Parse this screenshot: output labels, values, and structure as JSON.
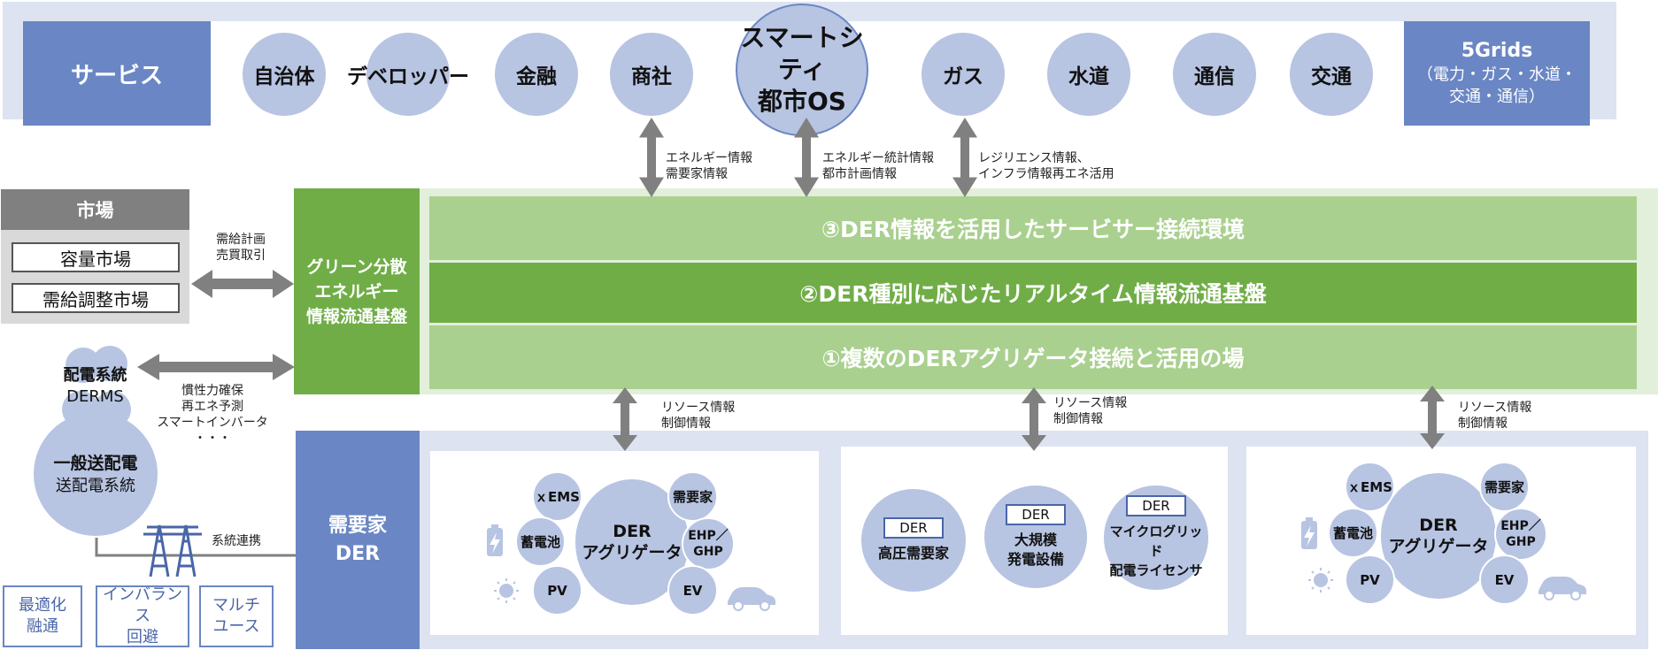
{
  "top": {
    "service_label": "サービス",
    "sectors": [
      "自治体",
      "デベロッパー",
      "金融",
      "商社",
      "ガス",
      "水道",
      "通信",
      "交通"
    ],
    "center_line1": "スマートシティ",
    "center_line2": "都市OS",
    "grids_title": "5Grids",
    "grids_line1": "（電力・ガス・水道・",
    "grids_line2": "交通・通信）"
  },
  "flows_top": {
    "a1": "エネルギー情報",
    "a2": "需要家情報",
    "b1": "エネルギー統計情報",
    "b2": "都市計画情報",
    "c1": "レジリエンス情報、",
    "c2": "インフラ情報再エネ活用"
  },
  "market": {
    "title": "市場",
    "item1": "容量市場",
    "item2": "需給調整市場",
    "arrow_line1": "需給計画",
    "arrow_line2": "売買取引"
  },
  "platform": {
    "line1": "グリーン分散",
    "line2": "エネルギー",
    "line3": "情報流通基盤",
    "band3": "③DER情報を活用したサービサー接続環境",
    "band2": "②DER種別に応じたリアルタイム情報流通基盤",
    "band1": "①複数のDERアグリゲータ接続と活用の場"
  },
  "grid": {
    "derms_line1": "配電系統",
    "derms_line2": "DERMS",
    "arrow_line1": "慣性力確保",
    "arrow_line2": "再エネ予測",
    "arrow_line3": "スマートインバータ",
    "arrow_line4": "・・・",
    "tso_line1": "一般送配電",
    "tso_line2": "送配電系統",
    "link_label": "系統連携",
    "box1_line1": "最適化",
    "box1_line2": "融通",
    "box2_line1": "インバランス",
    "box2_line2": "回避",
    "box3_line1": "マルチ",
    "box3_line2": "ユース"
  },
  "flows_bottom": {
    "line1": "リソース情報",
    "line2": "制御情報"
  },
  "der": {
    "label_line1": "需要家",
    "label_line2": "DER",
    "agg_line1": "DER",
    "agg_line2": "アグリゲータ",
    "xems": "ｘEMS",
    "consumer": "需要家",
    "battery": "蓄電池",
    "ehp_line1": "EHP／",
    "ehp_line2": "GHP",
    "pv": "PV",
    "ev": "EV",
    "tag": "DER",
    "hv": "高圧需要家",
    "large_line1": "大規模",
    "large_line2": "発電設備",
    "micro_line1": "マイクログリッド",
    "micro_line2": "配電ライセンサ"
  },
  "colors": {
    "service_blue": "#6a86c4",
    "light_blue_bg": "#dde3f1",
    "circle_blue": "#b7c4e2",
    "green_dark": "#70ad47",
    "green_light": "#a9d08e",
    "green_bg": "#e2efda",
    "gray": "#808080"
  }
}
